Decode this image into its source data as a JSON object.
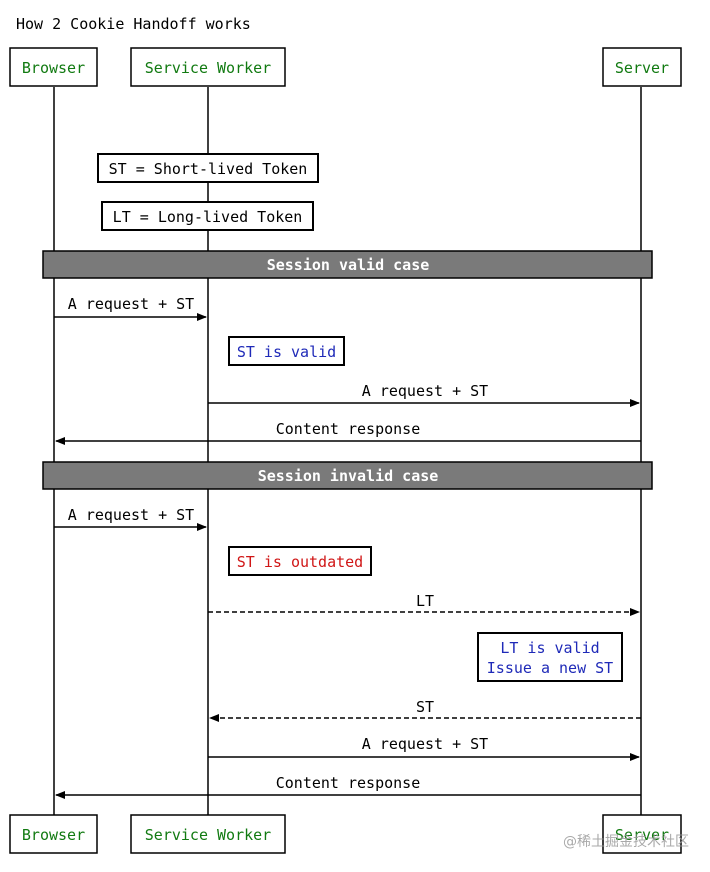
{
  "title": "How 2 Cookie Handoff works",
  "participants": [
    {
      "id": "browser",
      "label": "Browser"
    },
    {
      "id": "sw",
      "label": "Service Worker"
    },
    {
      "id": "server",
      "label": "Server"
    }
  ],
  "notes": {
    "st_def": "ST = Short-lived Token",
    "lt_def": "LT = Long-lived Token",
    "st_valid": "ST is valid",
    "st_outdated": "ST is outdated",
    "lt_valid_line1": "LT is valid",
    "lt_valid_line2": "Issue a new ST"
  },
  "sections": {
    "valid": "Session valid case",
    "invalid": "Session invalid case"
  },
  "messages": [
    {
      "from": "browser",
      "to": "sw",
      "label": "A request + ST",
      "style": "solid"
    },
    {
      "from": "sw",
      "to": "server",
      "label": "A request + ST",
      "style": "solid"
    },
    {
      "from": "server",
      "to": "browser",
      "label": "Content response",
      "style": "solid"
    },
    {
      "from": "browser",
      "to": "sw",
      "label": "A request + ST",
      "style": "solid"
    },
    {
      "from": "sw",
      "to": "server",
      "label": "LT",
      "style": "dashed"
    },
    {
      "from": "server",
      "to": "sw",
      "label": "ST",
      "style": "dashed"
    },
    {
      "from": "sw",
      "to": "server",
      "label": "A request + ST",
      "style": "solid"
    },
    {
      "from": "server",
      "to": "browser",
      "label": "Content response",
      "style": "solid"
    }
  ],
  "watermark": "@稀土掘金技术社区",
  "colors": {
    "participant_text": "#117a11",
    "valid_note_text": "#1f2ab8",
    "invalid_note_text": "#d01616",
    "section_bar": "#7a7a7a",
    "section_text": "#ffffff",
    "line": "#000000"
  }
}
